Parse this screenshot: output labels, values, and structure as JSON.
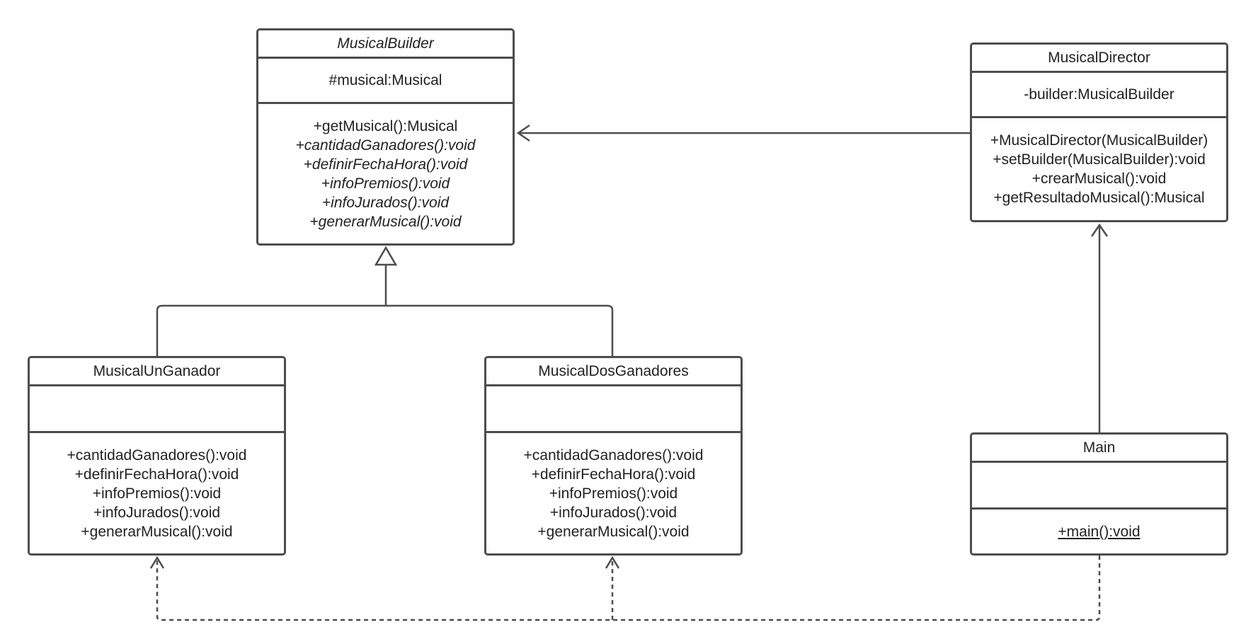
{
  "classes": {
    "builder": {
      "name": "MusicalBuilder",
      "attributes": [
        "#musical:Musical"
      ],
      "operations": [
        "+getMusical():Musical",
        "+cantidadGanadores():void",
        "+definirFechaHora():void",
        "+infoPremios():void",
        "+infoJurados():void",
        "+generarMusical():void"
      ]
    },
    "director": {
      "name": "MusicalDirector",
      "attributes": [
        "-builder:MusicalBuilder"
      ],
      "operations": [
        "+MusicalDirector(MusicalBuilder)",
        "+setBuilder(MusicalBuilder):void",
        "+crearMusical():void",
        "+getResultadoMusical():Musical"
      ]
    },
    "un_ganador": {
      "name": "MusicalUnGanador",
      "attributes": [],
      "operations": [
        "+cantidadGanadores():void",
        "+definirFechaHora():void",
        "+infoPremios():void",
        "+infoJurados():void",
        "+generarMusical():void"
      ]
    },
    "dos_ganadores": {
      "name": "MusicalDosGanadores",
      "attributes": [],
      "operations": [
        "+cantidadGanadores():void",
        "+definirFechaHora():void",
        "+infoPremios():void",
        "+infoJurados():void",
        "+generarMusical():void"
      ]
    },
    "main": {
      "name": "Main",
      "attributes": [],
      "operations": [
        "+main():void"
      ]
    }
  },
  "colors": {
    "stroke": "#4d4d4d",
    "text": "#222222",
    "background": "#ffffff"
  },
  "relationships": [
    {
      "from": "MusicalDirector",
      "to": "MusicalBuilder",
      "kind": "association"
    },
    {
      "from": "MusicalUnGanador",
      "to": "MusicalBuilder",
      "kind": "generalization"
    },
    {
      "from": "MusicalDosGanadores",
      "to": "MusicalBuilder",
      "kind": "generalization"
    },
    {
      "from": "Main",
      "to": "MusicalDirector",
      "kind": "association"
    },
    {
      "from": "Main",
      "to": "MusicalUnGanador",
      "kind": "dependency"
    },
    {
      "from": "Main",
      "to": "MusicalDosGanadores",
      "kind": "dependency"
    }
  ]
}
